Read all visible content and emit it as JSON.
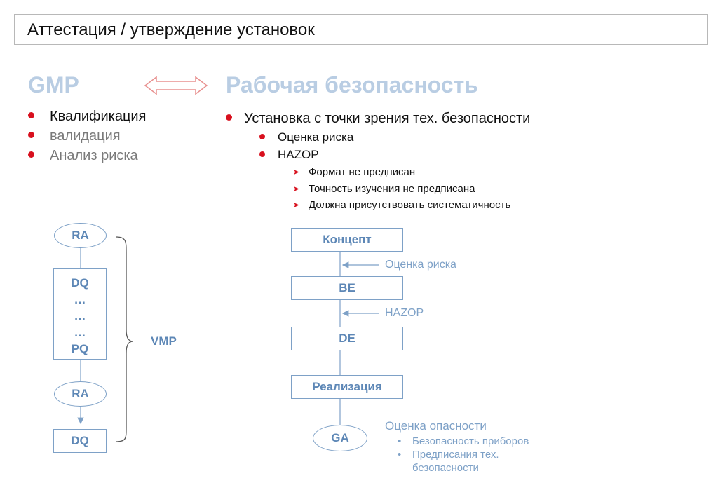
{
  "title": "Аттестация / утверждение установок",
  "gmp": {
    "heading": "GMP",
    "items": [
      "Квалификация",
      "валидация",
      "Анализ риска"
    ]
  },
  "safety": {
    "heading": "Рабочая безопасность",
    "main_item": "Установка с точки зрения тех. безопасности",
    "sub_items": [
      "Оценка риска",
      "HAZOP"
    ],
    "sub_sub_items": [
      "Формат не предписан",
      "Точность изучения не предписана",
      "Должна присутствовать систематичность"
    ]
  },
  "left_flow": {
    "ra_top": "RA",
    "dq_block": [
      "DQ",
      "…",
      "…",
      "…",
      "PQ"
    ],
    "ra_mid": "RA",
    "dq_bottom": "DQ",
    "brace_label": "VMP"
  },
  "right_flow": {
    "steps": [
      "Концепт",
      "BE",
      "DE",
      "Реализация"
    ],
    "annotations": [
      "Оценка риска",
      "HAZOP"
    ],
    "ga": "GA",
    "ga_heading": "Оценка опасности",
    "ga_items": [
      "Безопасность приборов",
      "Предписания тех.",
      "безопасности"
    ]
  },
  "colors": {
    "accent_red": "#d8101e",
    "diagram_blue": "#7ea1c7",
    "heading_light_blue": "#b9cde3",
    "double_arrow_outline": "#e8908f"
  }
}
